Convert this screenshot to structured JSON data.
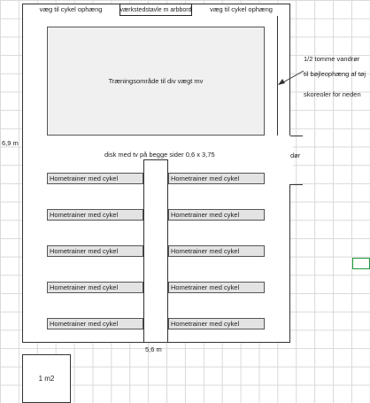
{
  "top_labels": {
    "left": "væg til cykel ophæng",
    "middle": "værkstedstavle m arbbord",
    "right": "væg til cykel ophæng"
  },
  "training_area": "Træningsområde til div vægt mv",
  "pipe_note": [
    "1/2 tomme vandrør",
    "til bøjleophæng af tøj"
  ],
  "shoe_shelves": "skoreoler for neden",
  "door": "dør",
  "height_dim": "6,9 m",
  "width_dim": "5,6 m",
  "desk_label": "disk med tv på begge sider 0,6 x 3,75",
  "trainers_left": [
    "Hometrainer med cykel",
    "Hometrainer med cykel",
    "Hometrainer med cykel",
    "Hometrainer med cykel",
    "Hometrainer med cykel"
  ],
  "trainers_right": [
    "Hometrainer med cykel",
    "Hometrainer med cykel",
    "Hometrainer med cykel",
    "Hometrainer med cykel",
    "Hometrainer med cykel"
  ],
  "small_box": "1 m2"
}
